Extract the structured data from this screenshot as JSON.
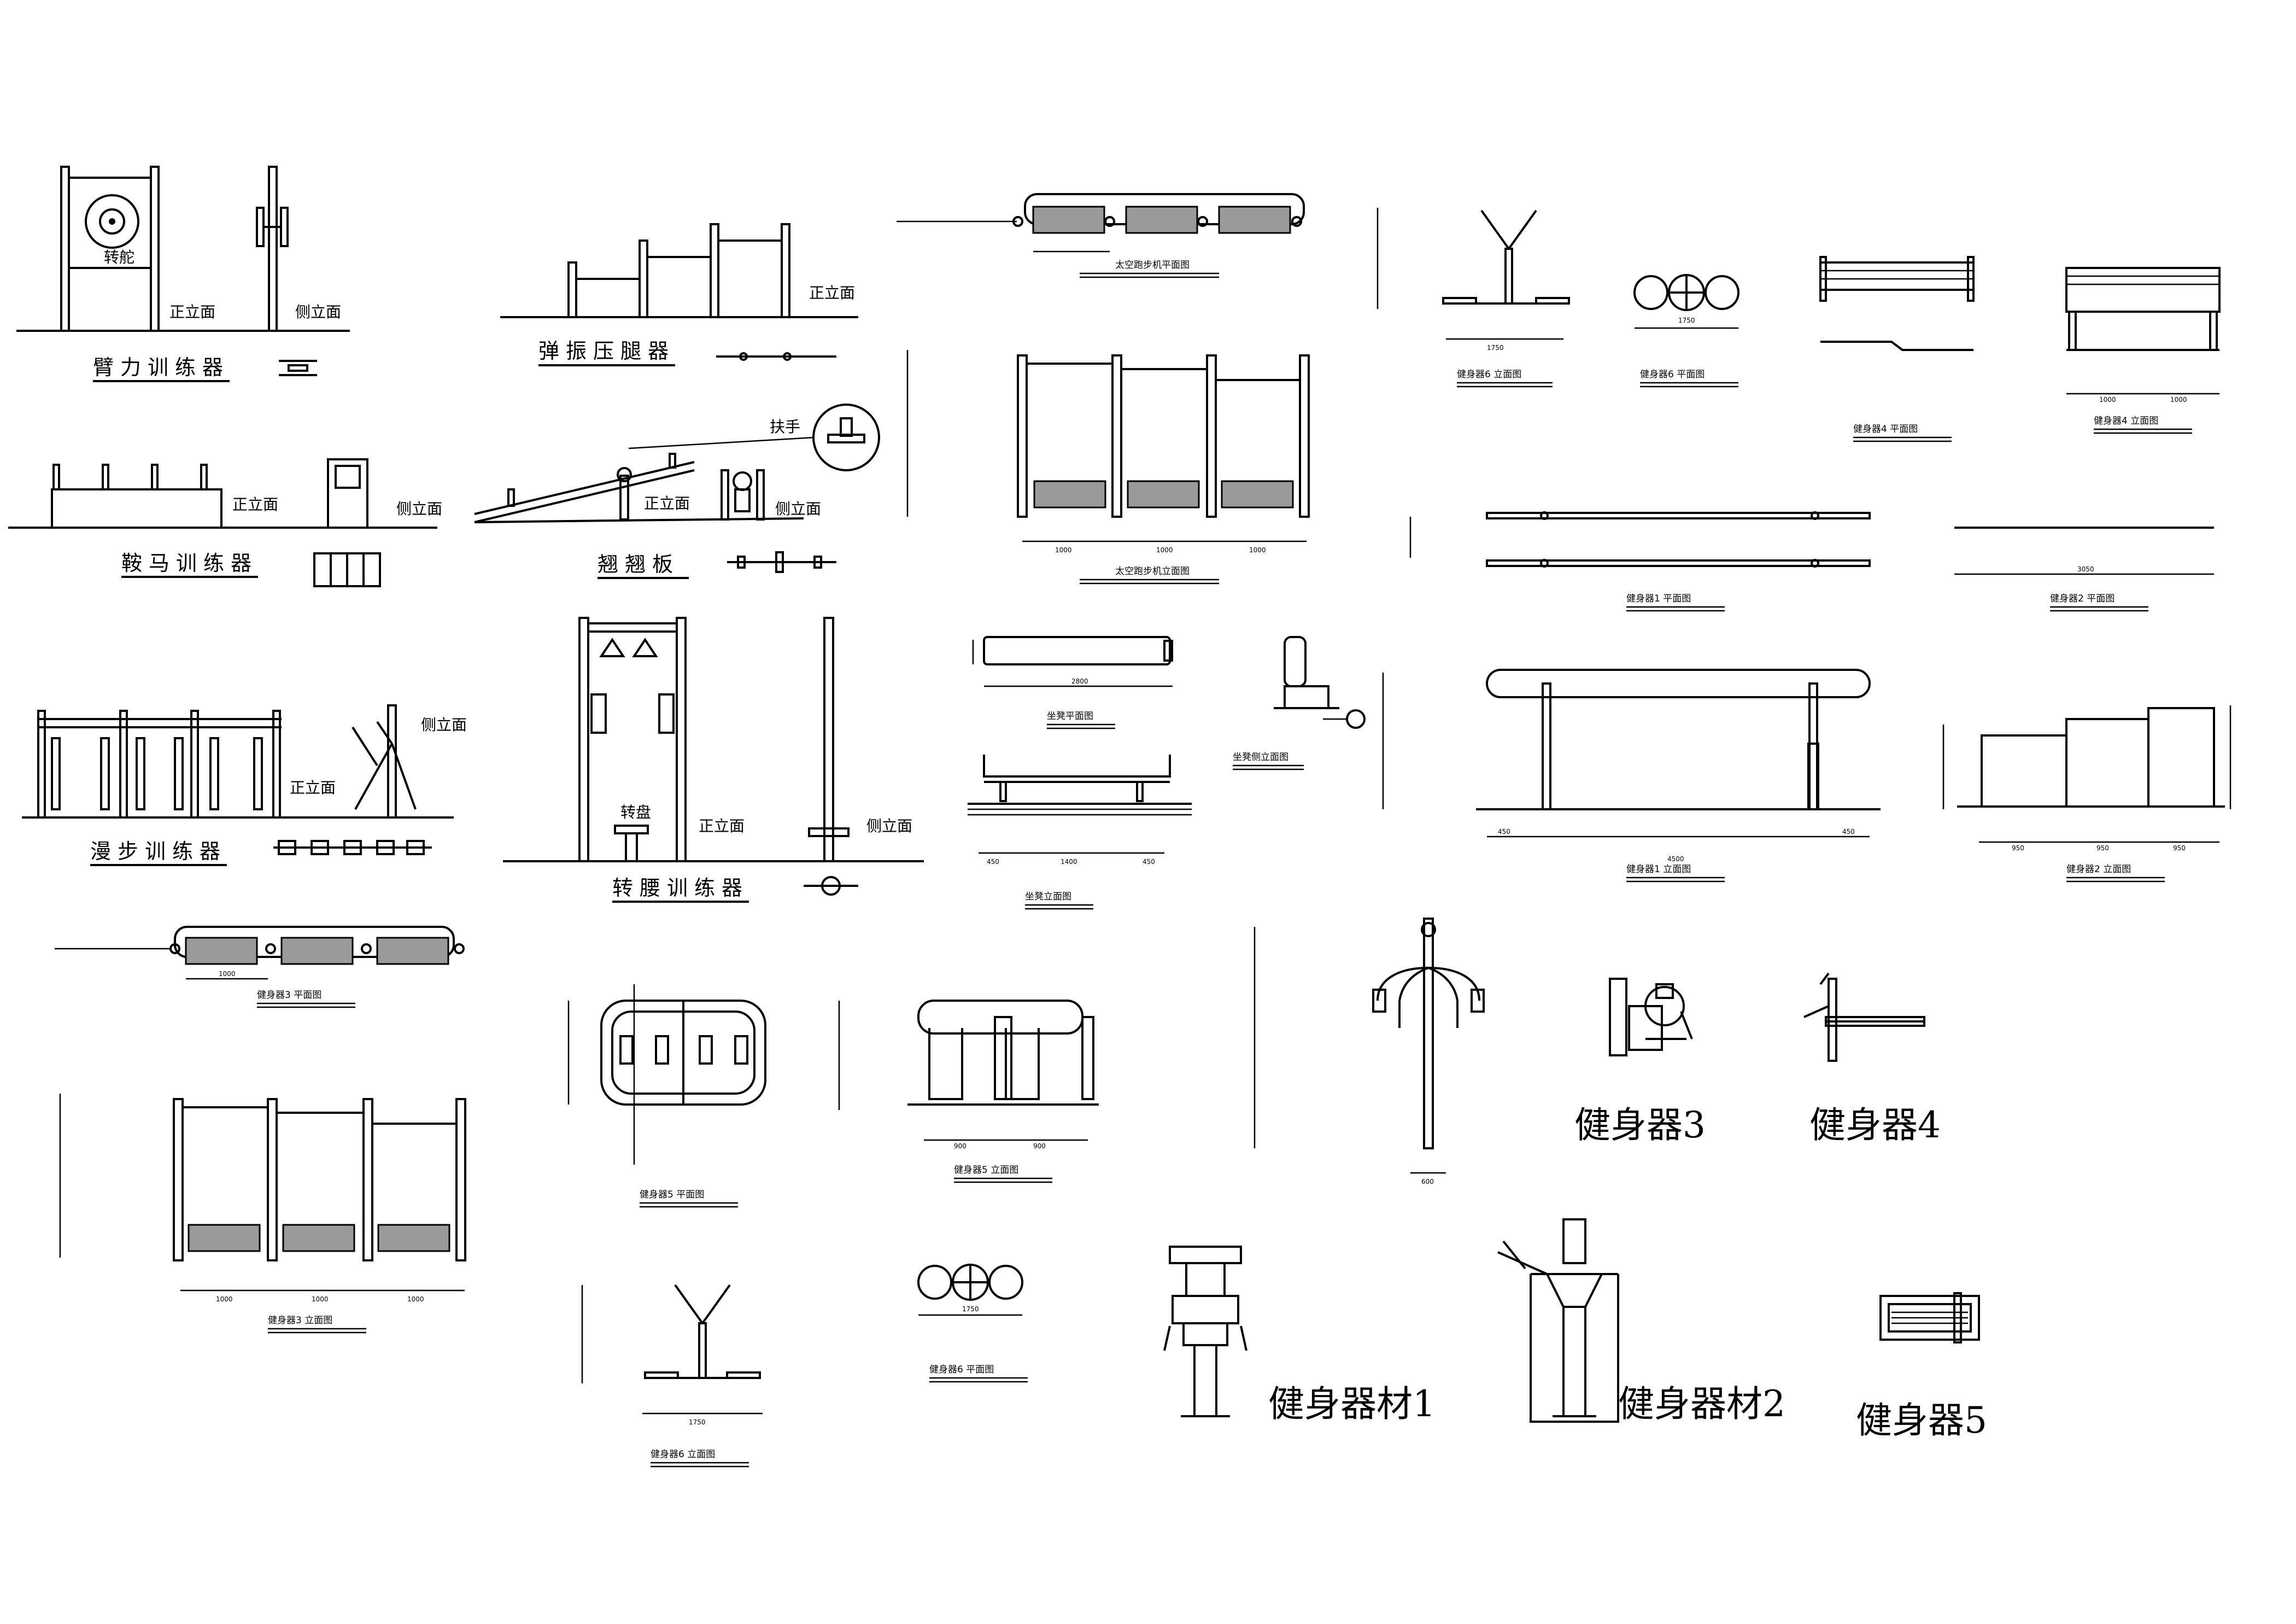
{
  "titles": {
    "arm": "臂力训练器",
    "leg": "弹振压腿器",
    "horse": "鞍马训练器",
    "seesaw": "翘翘板",
    "walk": "漫步训练器",
    "waist": "转腰训练器"
  },
  "views": {
    "front": "正立面",
    "side": "侧立面"
  },
  "parts": {
    "wheel": "转舵",
    "handle": "扶手",
    "turntable": "转盘"
  },
  "captions": {
    "treadmill_plan": "太空跑步机平面图",
    "treadmill_elev": "太空跑步机立面图",
    "f6_elev": "健身器6 立面图",
    "f6_plan": "健身器6 平面图",
    "f4_plan": "健身器4 平面图",
    "f4_elev": "健身器4 立面图",
    "f1_plan": "健身器1 平面图",
    "f2_plan": "健身器2 平面图",
    "bench_plan": "坐凳平面图",
    "bench_side": "坐凳侧立面图",
    "bench_elev": "坐凳立面图",
    "f1_elev": "健身器1 立面图",
    "f2_elev": "健身器2 立面图",
    "f3_plan": "健身器3 平面图",
    "f3_elev": "健身器3 立面图",
    "f5_plan": "健身器5 平面图",
    "f5_elev": "健身器5 立面图"
  },
  "big_labels": {
    "f3": "健身器3",
    "f4": "健身器4",
    "eq1": "健身器材1",
    "eq2": "健身器材2",
    "f5": "健身器5"
  },
  "dimensions": {
    "d1000": "1000",
    "d1750": "1750",
    "d4500": "4500",
    "d3050": "3050",
    "d2800": "2800",
    "d1400": "1400",
    "d950": "950",
    "d900": "900",
    "d600": "600",
    "d450": "450"
  }
}
